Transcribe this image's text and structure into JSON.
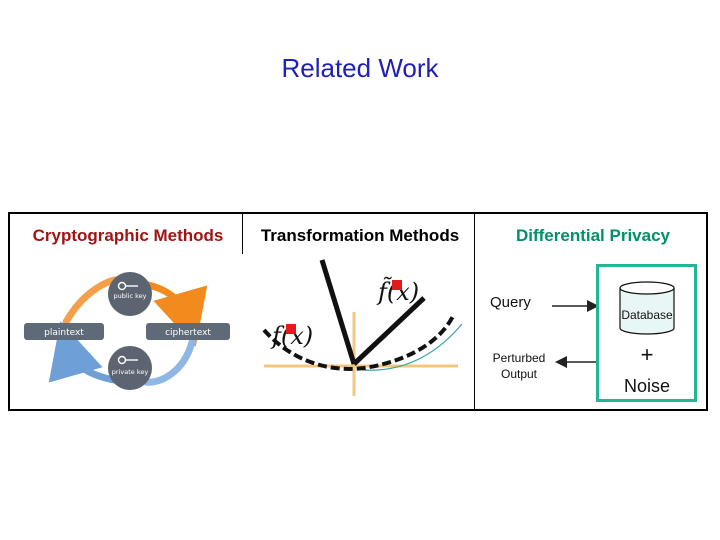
{
  "slide": {
    "title": "Related Work"
  },
  "columns": [
    {
      "heading": "Cryptographic Methods",
      "color": "#a01414"
    },
    {
      "heading": "Transformation Methods",
      "color": "#000000"
    },
    {
      "heading": "Differential Privacy",
      "color": "#00906a"
    }
  ],
  "crypto": {
    "public_key": "public key",
    "private_key": "private key",
    "plaintext": "plaintext",
    "ciphertext": "ciphertext"
  },
  "transform": {
    "icons": [
      "red-square-icon",
      "red-square-icon"
    ]
  },
  "dp": {
    "query": "Query",
    "database": "Database",
    "perturbed_output_line1": "Perturbed",
    "perturbed_output_line2": "Output",
    "plus": "+",
    "noise": "Noise"
  }
}
